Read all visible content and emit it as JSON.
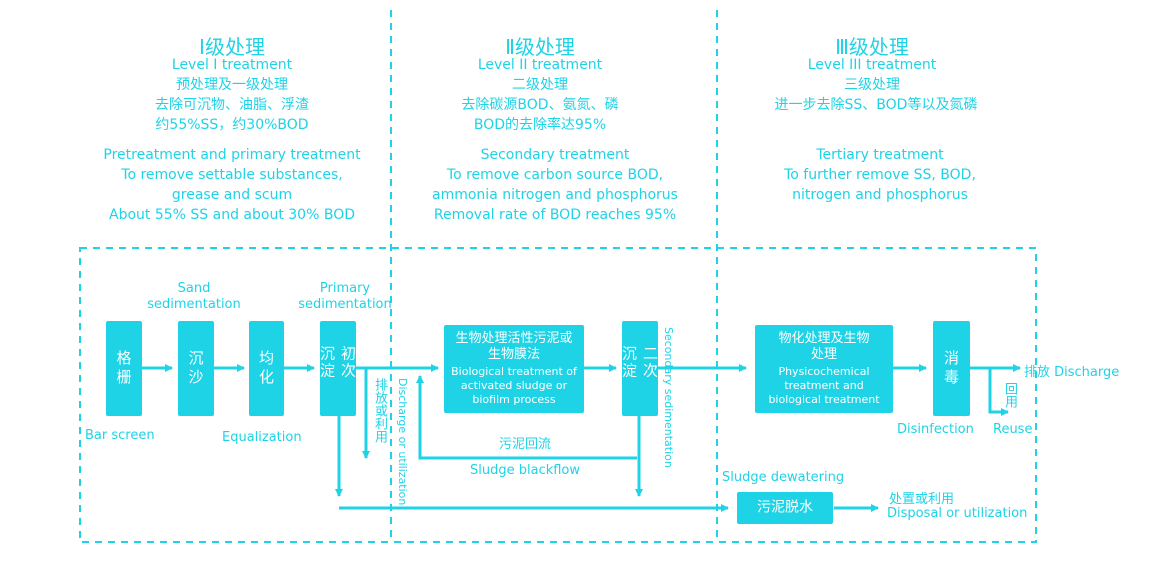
{
  "stages": [
    {
      "title": "Ⅰ级处理",
      "level_en": "Level I treatment",
      "zh_lines": [
        "预处理及一级处理",
        "去除可沉物、油脂、浮渣",
        "约55%SS，约30%BOD"
      ],
      "en_lines": [
        "Pretreatment and primary treatment",
        "To remove settable substances,",
        "grease and scum",
        "About 55% SS and about 30% BOD"
      ]
    },
    {
      "title": "Ⅱ级处理",
      "level_en": "Level II treatment",
      "zh_lines": [
        "二级处理",
        "去除碳源BOD、氨氮、磷",
        "BOD的去除率达95%"
      ],
      "en_lines": [
        "Secondary treatment",
        "To remove carbon source BOD,",
        "ammonia nitrogen and phosphorus",
        "Removal rate of BOD reaches 95%"
      ]
    },
    {
      "title": "Ⅲ级处理",
      "level_en": "Level III treatment",
      "zh_lines": [
        "三级处理",
        "进一步去除SS、BOD等以及氮磷"
      ],
      "en_lines": [
        "Tertiary treatment",
        "To further remove SS, BOD,",
        "nitrogen and phosphorus"
      ]
    }
  ],
  "boxes": {
    "bar_screen": "格栅",
    "grit": "沉沙",
    "equalization": "均化",
    "primary": "初次沉淀",
    "bio_zh": "生物处理活性污泥或生物膜法",
    "bio_en": "Biological treatment of activated sludge or biofilm process",
    "secondary": "二次沉淀",
    "physchem_zh": "物化处理及生物处理",
    "physchem_en": "Physicochemical treatment and biological treatment",
    "disinfection": "消毒",
    "sludge_dewater": "污泥脱水"
  },
  "labels": {
    "bar_screen": "Bar screen",
    "sand_1": "Sand",
    "sand_2": "sedimentation",
    "equalization": "Equalization",
    "primary_1": "Primary",
    "primary_2": "sedimentation",
    "discharge_zh": "排放或利用",
    "discharge_util_en": "Discharge or utilization",
    "secondary_sed": "Secondary sedimentation",
    "sludge_backflow_zh": "污泥回流",
    "sludge_backflow_en": "Sludge blackflow",
    "disinfection": "Disinfection",
    "discharge": "排放 Discharge",
    "reuse_zh": "回用",
    "reuse_en": "Reuse",
    "sludge_dewatering": "Sludge dewatering",
    "disposal_zh": "处置或利用",
    "disposal_en": "Disposal or utilization"
  },
  "colors": {
    "accent": "#1fd3e6",
    "box_text": "#ffffff"
  }
}
